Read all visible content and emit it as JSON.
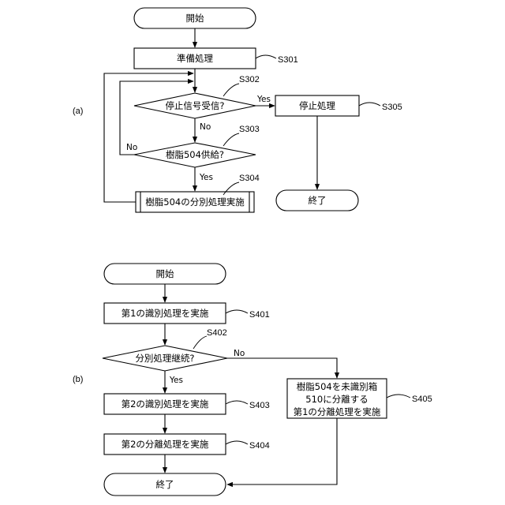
{
  "diagram_a": {
    "label": "(a)",
    "start": "開始",
    "prepare": "準備処理",
    "prepare_step": "S301",
    "stop_question": "停止信号受信?",
    "stop_question_step": "S302",
    "stop_yes": "Yes",
    "stop_no": "No",
    "stop_process": "停止処理",
    "stop_process_step": "S305",
    "supply_question": "樹脂504供給?",
    "supply_question_step": "S303",
    "supply_yes": "Yes",
    "supply_no": "No",
    "sort_process": "樹脂504の分別処理実施",
    "sort_process_step": "S304",
    "end": "終了"
  },
  "diagram_b": {
    "label": "(b)",
    "start": "開始",
    "first_identify": "第1の識別処理を実施",
    "first_identify_step": "S401",
    "continue_question": "分別処理継続?",
    "continue_question_step": "S402",
    "continue_yes": "Yes",
    "continue_no": "No",
    "second_identify": "第2の識別処理を実施",
    "second_identify_step": "S403",
    "second_separate": "第2の分離処理を実施",
    "second_separate_step": "S404",
    "unidentified_line1": "樹脂504を未識別箱",
    "unidentified_line2": "510に分離する",
    "unidentified_line3": "第1の分離処理を実施",
    "unidentified_step": "S405",
    "end": "終了"
  }
}
